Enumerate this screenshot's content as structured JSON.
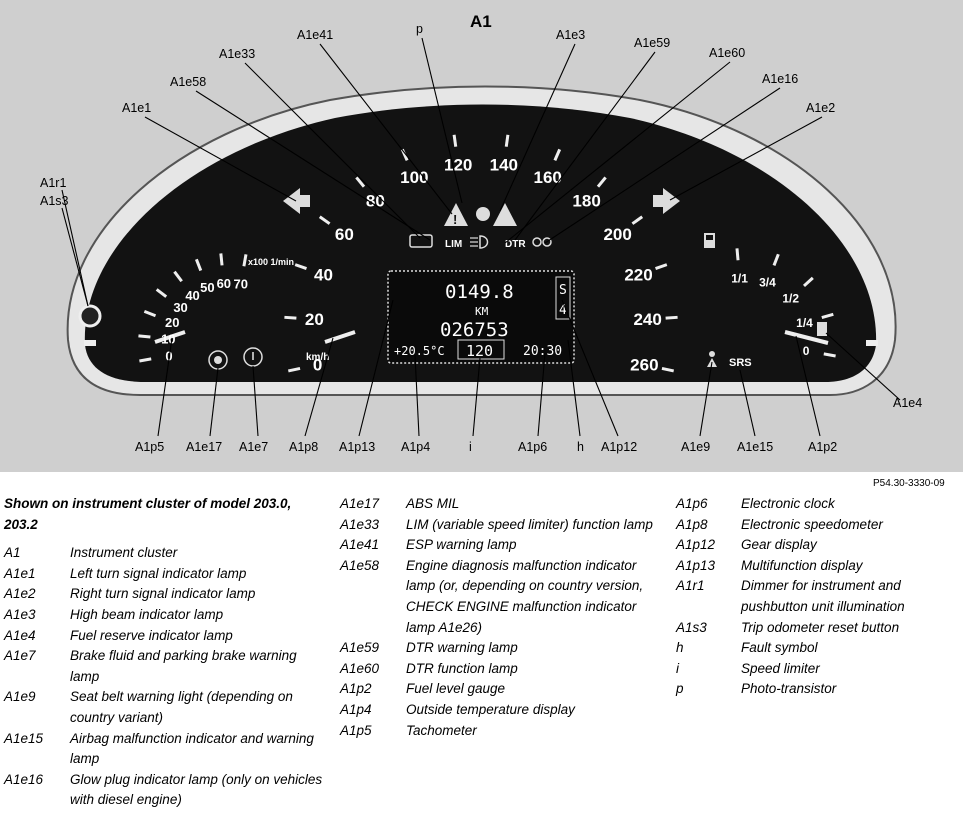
{
  "diagram": {
    "title": "A1",
    "photo_code": "P54.30-3330-09",
    "top_labels": [
      "p",
      "A1e41",
      "A1e33",
      "A1e58",
      "A1e1",
      "A1e3",
      "A1e59",
      "A1e60",
      "A1e16",
      "A1e2"
    ],
    "side_labels": [
      "A1r1",
      "A1s3",
      "A1e4"
    ],
    "bottom_labels": [
      "A1p5",
      "A1e17",
      "A1e7",
      "A1p8",
      "A1p13",
      "A1p4",
      "i",
      "A1p6",
      "h",
      "A1p12",
      "A1e9",
      "A1e15",
      "A1p2"
    ],
    "display": {
      "trip": "0149.8",
      "unit": "KM",
      "odometer": "026753",
      "temperature": "+20.5°C",
      "speed_limit": "120",
      "clock": "20:30",
      "gear_top": "S",
      "gear_bottom": "4"
    },
    "speedometer_scale": [
      "0",
      "20",
      "40",
      "60",
      "80",
      "100",
      "120",
      "140",
      "160",
      "180",
      "200",
      "220",
      "240",
      "260"
    ],
    "speedometer_unit": "km/h",
    "tachometer_scale": [
      "0",
      "10",
      "20",
      "30",
      "40",
      "50",
      "60",
      "70"
    ],
    "tachometer_unit": "x100 1/min",
    "fuel_scale": [
      "0",
      "1/4",
      "1/2",
      "3/4",
      "1/1"
    ],
    "srs_text": "SRS",
    "lim_text": "LIM",
    "dtr_text": "DTR"
  },
  "legend": {
    "heading": "Shown on instrument cluster of model 203.0, 203.2",
    "col1": [
      {
        "code": "A1",
        "desc": "Instrument cluster"
      },
      {
        "code": "A1e1",
        "desc": "Left turn signal indicator lamp"
      },
      {
        "code": "A1e2",
        "desc": "Right turn signal indicator lamp"
      },
      {
        "code": "A1e3",
        "desc": "High beam indicator lamp"
      },
      {
        "code": "A1e4",
        "desc": "Fuel reserve indicator lamp"
      },
      {
        "code": "A1e7",
        "desc": "Brake fluid and parking brake warning lamp"
      },
      {
        "code": "A1e9",
        "desc": "Seat belt warning light (depending on country variant)"
      },
      {
        "code": "A1e15",
        "desc": "Airbag malfunction indicator and warning lamp"
      },
      {
        "code": "A1e16",
        "desc": "Glow plug indicator lamp (only on vehicles with diesel engine)"
      }
    ],
    "col2": [
      {
        "code": "A1e17",
        "desc": "ABS MIL"
      },
      {
        "code": "A1e33",
        "desc": "LIM (variable speed limiter) function lamp"
      },
      {
        "code": "A1e41",
        "desc": "ESP warning lamp"
      },
      {
        "code": "A1e58",
        "desc": "Engine diagnosis malfunction indicator lamp (or, depending on country version, CHECK ENGINE malfunction indicator lamp A1e26)"
      },
      {
        "code": "A1e59",
        "desc": "DTR warning lamp"
      },
      {
        "code": "A1e60",
        "desc": "DTR function lamp"
      },
      {
        "code": "A1p2",
        "desc": "Fuel level gauge"
      },
      {
        "code": "A1p4",
        "desc": "Outside temperature display"
      },
      {
        "code": "A1p5",
        "desc": "Tachometer"
      }
    ],
    "col3": [
      {
        "code": "A1p6",
        "desc": "Electronic clock"
      },
      {
        "code": "A1p8",
        "desc": "Electronic speedometer"
      },
      {
        "code": "A1p12",
        "desc": "Gear display"
      },
      {
        "code": "A1p13",
        "desc": "Multifunction display"
      },
      {
        "code": "A1r1",
        "desc": "Dimmer for instrument and pushbutton unit illumination"
      },
      {
        "code": "A1s3",
        "desc": "Trip odometer reset button"
      },
      {
        "code": "h",
        "desc": "Fault symbol"
      },
      {
        "code": "i",
        "desc": "Speed limiter"
      },
      {
        "code": "p",
        "desc": "Photo-transistor"
      }
    ]
  }
}
